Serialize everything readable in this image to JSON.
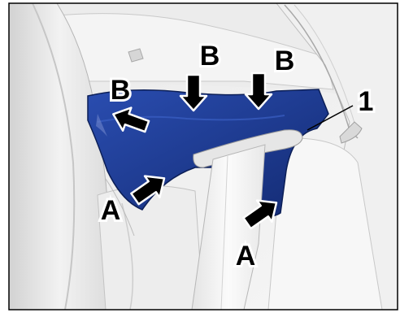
{
  "callouts": {
    "part_number": "1",
    "label_a": "A",
    "label_b": "B"
  },
  "colors": {
    "trim_panel": "#1f3f9a",
    "trim_panel_shade": "#15307c",
    "interior_light": "#f3f3f3",
    "interior_mid": "#dedede",
    "interior_shadow": "#c4c4c4",
    "arrow_fill": "#000000",
    "arrow_outline": "#ffffff",
    "frame": "#000000"
  },
  "icons": {
    "push_arrow": "push-arrow-icon"
  }
}
